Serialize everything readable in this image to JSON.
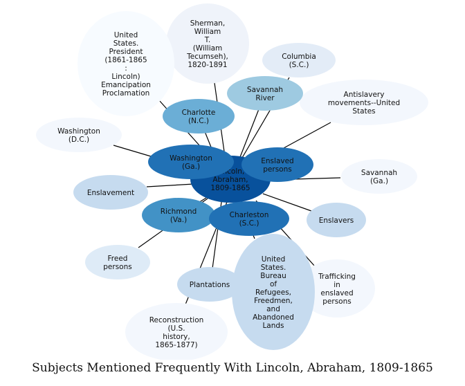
{
  "caption": "Subjects Mentioned Frequently With Lincoln, Abraham, 1809-1865",
  "center": {
    "id": "lincoln",
    "lines": [
      "Lincoln,",
      "Abraham,",
      "1809-1865"
    ],
    "color": "#08519c"
  },
  "nodes": [
    {
      "id": "sherman",
      "lines": [
        "Sherman,",
        "William",
        "T.",
        "(William",
        "Tecumseh),",
        "1820-1891"
      ],
      "color": "#eff3fa"
    },
    {
      "id": "us-president",
      "lines": [
        "United",
        "States.",
        "President",
        "(1861-1865",
        ":",
        "Lincoln)",
        "Emancipation",
        "Proclamation"
      ],
      "color": "#f7fbff"
    },
    {
      "id": "columbia",
      "lines": [
        "Columbia",
        "(S.C.)"
      ],
      "color": "#e3ecf7"
    },
    {
      "id": "antislavery",
      "lines": [
        "Antislavery",
        "movements--United",
        "States"
      ],
      "color": "#f3f7fd"
    },
    {
      "id": "savannah-river",
      "lines": [
        "Savannah",
        "River"
      ],
      "color": "#9ecae1"
    },
    {
      "id": "charlotte",
      "lines": [
        "Charlotte",
        "(N.C.)"
      ],
      "color": "#6baed6"
    },
    {
      "id": "washington-dc",
      "lines": [
        "Washington",
        "(D.C.)"
      ],
      "color": "#f3f7fd"
    },
    {
      "id": "washington-ga",
      "lines": [
        "Washington",
        "(Ga.)"
      ],
      "color": "#2171b5"
    },
    {
      "id": "enslaved-persons",
      "lines": [
        "Enslaved",
        "persons"
      ],
      "color": "#2171b5"
    },
    {
      "id": "savannah-ga",
      "lines": [
        "Savannah",
        "(Ga.)"
      ],
      "color": "#f3f7fd"
    },
    {
      "id": "enslavement",
      "lines": [
        "Enslavement"
      ],
      "color": "#c6dbef"
    },
    {
      "id": "richmond",
      "lines": [
        "Richmond",
        "(Va.)"
      ],
      "color": "#4292c6"
    },
    {
      "id": "charleston",
      "lines": [
        "Charleston",
        "(S.C.)"
      ],
      "color": "#2171b5"
    },
    {
      "id": "enslavers",
      "lines": [
        "Enslavers"
      ],
      "color": "#c6dbef"
    },
    {
      "id": "freed-persons",
      "lines": [
        "Freed",
        "persons"
      ],
      "color": "#deebf7"
    },
    {
      "id": "trafficking",
      "lines": [
        "Trafficking",
        "in",
        "enslaved",
        "persons"
      ],
      "color": "#f3f7fd"
    },
    {
      "id": "plantations",
      "lines": [
        "Plantations"
      ],
      "color": "#c6dbef"
    },
    {
      "id": "freedmens-bureau",
      "lines": [
        "United",
        "States.",
        "Bureau",
        "of",
        "Refugees,",
        "Freedmen,",
        "and",
        "Abandoned",
        "Lands"
      ],
      "color": "#c6dbef"
    },
    {
      "id": "reconstruction",
      "lines": [
        "Reconstruction",
        "(U.S.",
        "history,",
        "1865-1877)"
      ],
      "color": "#f3f7fd"
    }
  ]
}
